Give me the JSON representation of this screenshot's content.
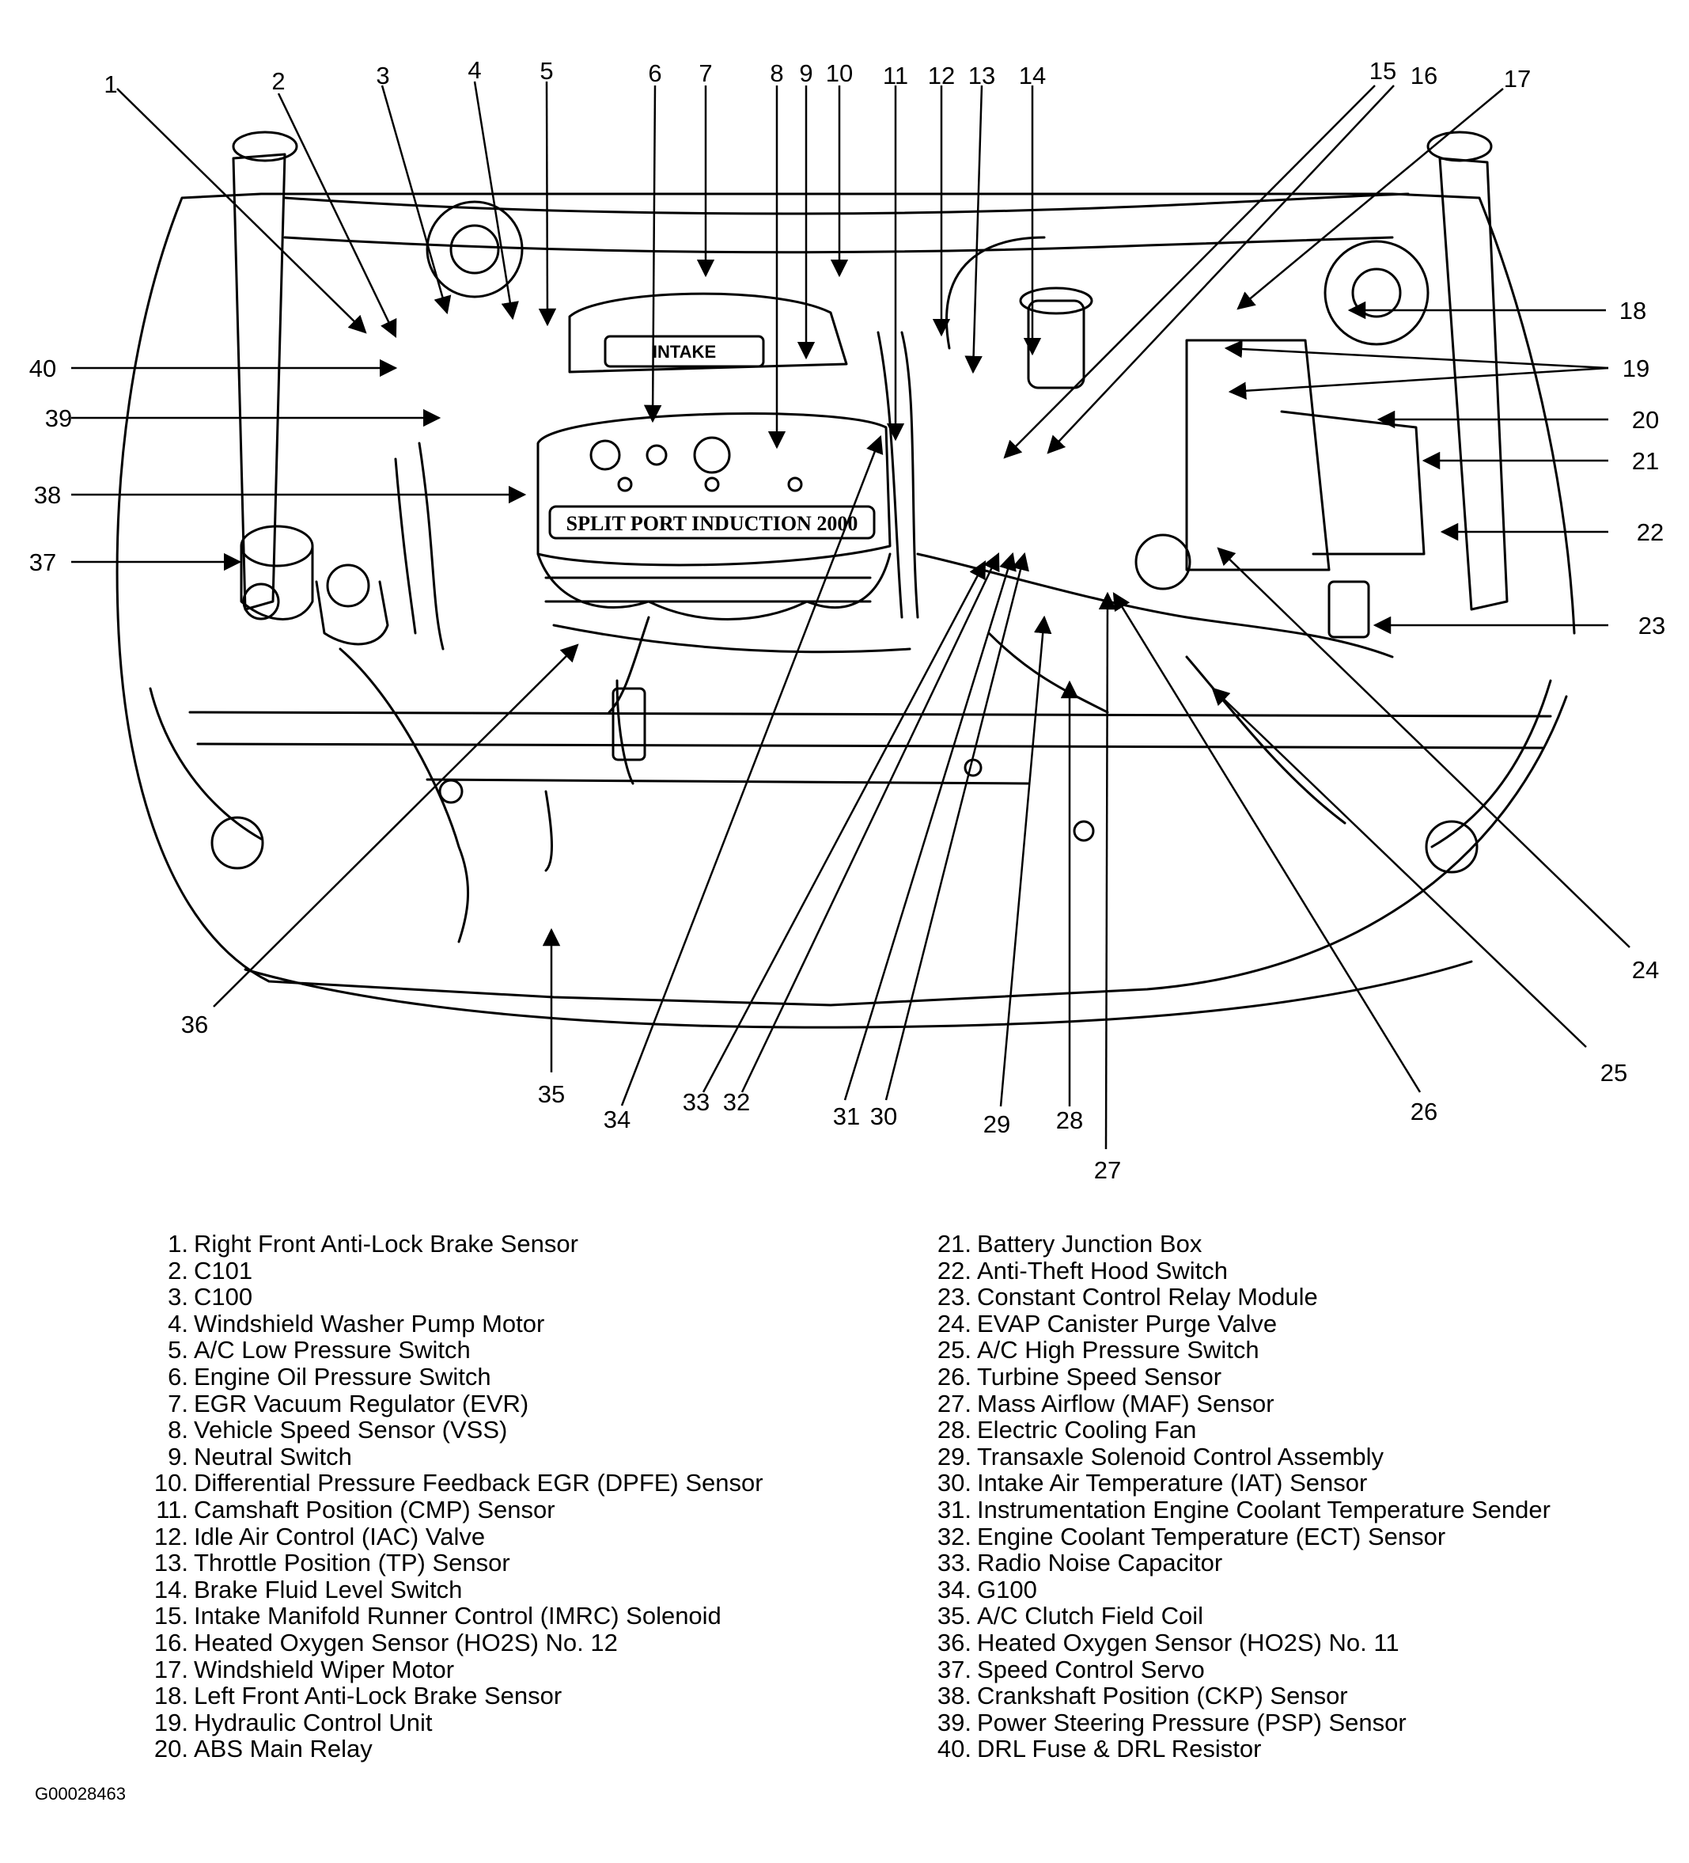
{
  "callouts": [
    "1",
    "2",
    "3",
    "4",
    "5",
    "6",
    "7",
    "8",
    "9",
    "10",
    "11",
    "12",
    "13",
    "14",
    "15",
    "16",
    "17",
    "18",
    "19",
    "20",
    "21",
    "22",
    "23",
    "24",
    "25",
    "26",
    "27",
    "28",
    "29",
    "30",
    "31",
    "32",
    "33",
    "34",
    "35",
    "36",
    "37",
    "38",
    "39",
    "40"
  ],
  "engine_labels": {
    "top_plate": "INTAKE",
    "valve_cover": "SPLIT PORT INDUCTION 2000"
  },
  "legend_left": [
    {
      "num": "1.",
      "text": "Right Front Anti-Lock Brake Sensor"
    },
    {
      "num": "2.",
      "text": "C101"
    },
    {
      "num": "3.",
      "text": "C100"
    },
    {
      "num": "4.",
      "text": "Windshield Washer Pump Motor"
    },
    {
      "num": "5.",
      "text": "A/C Low Pressure Switch"
    },
    {
      "num": "6.",
      "text": "Engine Oil Pressure Switch"
    },
    {
      "num": "7.",
      "text": "EGR Vacuum Regulator (EVR)"
    },
    {
      "num": "8.",
      "text": "Vehicle Speed Sensor (VSS)"
    },
    {
      "num": "9.",
      "text": "Neutral Switch"
    },
    {
      "num": "10.",
      "text": "Differential Pressure Feedback EGR (DPFE) Sensor"
    },
    {
      "num": "11.",
      "text": "Camshaft Position (CMP) Sensor"
    },
    {
      "num": "12.",
      "text": "Idle Air Control (IAC) Valve"
    },
    {
      "num": "13.",
      "text": "Throttle Position (TP) Sensor"
    },
    {
      "num": "14.",
      "text": "Brake Fluid Level Switch"
    },
    {
      "num": "15.",
      "text": "Intake Manifold Runner Control (IMRC) Solenoid"
    },
    {
      "num": "16.",
      "text": "Heated Oxygen Sensor (HO2S) No. 12"
    },
    {
      "num": "17.",
      "text": "Windshield Wiper Motor"
    },
    {
      "num": "18.",
      "text": "Left Front Anti-Lock Brake Sensor"
    },
    {
      "num": "19.",
      "text": "Hydraulic Control Unit"
    },
    {
      "num": "20.",
      "text": "ABS Main Relay"
    }
  ],
  "legend_right": [
    {
      "num": "21.",
      "text": "Battery Junction Box"
    },
    {
      "num": "22.",
      "text": "Anti-Theft Hood Switch"
    },
    {
      "num": "23.",
      "text": "Constant Control Relay Module"
    },
    {
      "num": "24.",
      "text": "EVAP Canister Purge Valve"
    },
    {
      "num": "25.",
      "text": "A/C High Pressure Switch"
    },
    {
      "num": "26.",
      "text": "Turbine Speed Sensor"
    },
    {
      "num": "27.",
      "text": "Mass Airflow (MAF) Sensor"
    },
    {
      "num": "28.",
      "text": "Electric Cooling Fan"
    },
    {
      "num": "29.",
      "text": "Transaxle Solenoid Control Assembly"
    },
    {
      "num": "30.",
      "text": "Intake Air Temperature (IAT) Sensor"
    },
    {
      "num": "31.",
      "text": "Instrumentation Engine Coolant Temperature Sender"
    },
    {
      "num": "32.",
      "text": "Engine Coolant Temperature (ECT) Sensor"
    },
    {
      "num": "33.",
      "text": "Radio Noise Capacitor"
    },
    {
      "num": "34.",
      "text": "G100"
    },
    {
      "num": "35.",
      "text": "A/C Clutch Field Coil"
    },
    {
      "num": "36.",
      "text": "Heated Oxygen Sensor (HO2S) No. 11"
    },
    {
      "num": "37.",
      "text": "Speed Control Servo"
    },
    {
      "num": "38.",
      "text": "Crankshaft Position (CKP) Sensor"
    },
    {
      "num": "39.",
      "text": "Power Steering Pressure (PSP) Sensor"
    },
    {
      "num": "40.",
      "text": "DRL Fuse & DRL Resistor"
    }
  ],
  "figure_id": "G00028463"
}
